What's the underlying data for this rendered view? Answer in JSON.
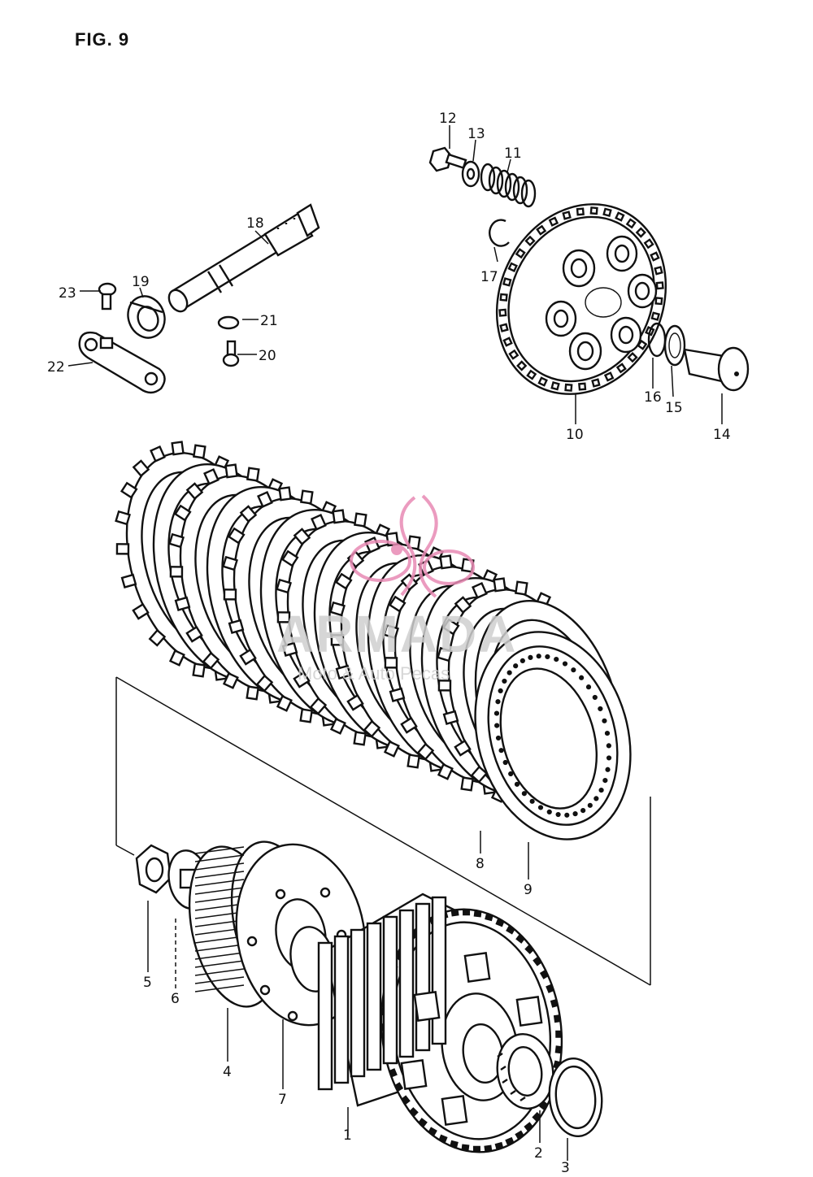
{
  "figure": {
    "title": "FIG. 9"
  },
  "watermark": {
    "brand": "ARMADA",
    "tagline": "Moto & Auto Pecas",
    "colors": {
      "logo": "#e88ab4",
      "text": "#cfcfcf"
    }
  },
  "callouts": [
    {
      "id": "c1",
      "label": "1"
    },
    {
      "id": "c2",
      "label": "2"
    },
    {
      "id": "c3",
      "label": "3"
    },
    {
      "id": "c4",
      "label": "4"
    },
    {
      "id": "c5",
      "label": "5"
    },
    {
      "id": "c6",
      "label": "6"
    },
    {
      "id": "c7",
      "label": "7"
    },
    {
      "id": "c8",
      "label": "8"
    },
    {
      "id": "c9",
      "label": "9"
    },
    {
      "id": "c10",
      "label": "10"
    },
    {
      "id": "c11",
      "label": "11"
    },
    {
      "id": "c12",
      "label": "12"
    },
    {
      "id": "c13",
      "label": "13"
    },
    {
      "id": "c14",
      "label": "14"
    },
    {
      "id": "c15",
      "label": "15"
    },
    {
      "id": "c16",
      "label": "16"
    },
    {
      "id": "c17",
      "label": "17"
    },
    {
      "id": "c18",
      "label": "18"
    },
    {
      "id": "c19",
      "label": "19"
    },
    {
      "id": "c20",
      "label": "20"
    },
    {
      "id": "c21",
      "label": "21"
    },
    {
      "id": "c22",
      "label": "22"
    },
    {
      "id": "c23",
      "label": "23"
    }
  ]
}
